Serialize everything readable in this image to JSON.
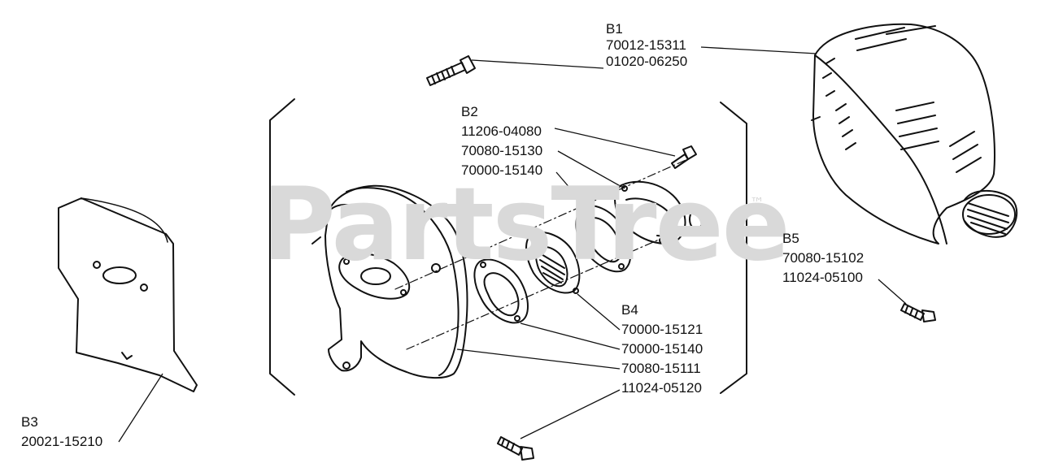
{
  "watermark": {
    "text": "PartsTree",
    "tm": "™"
  },
  "groups": {
    "b1": {
      "ref": "B1",
      "parts": [
        "70012-15311",
        "01020-06250"
      ]
    },
    "b2": {
      "ref": "B2",
      "parts": [
        "11206-04080",
        "70080-15130",
        "70000-15140"
      ]
    },
    "b3": {
      "ref": "B3",
      "parts": [
        "20021-15210"
      ]
    },
    "b4": {
      "ref": "B4",
      "parts": [
        "70000-15121",
        "70000-15140",
        "70080-15111",
        "11024-05120"
      ]
    },
    "b5": {
      "ref": "B5",
      "parts": [
        "70080-15102",
        "11024-05100"
      ]
    }
  }
}
